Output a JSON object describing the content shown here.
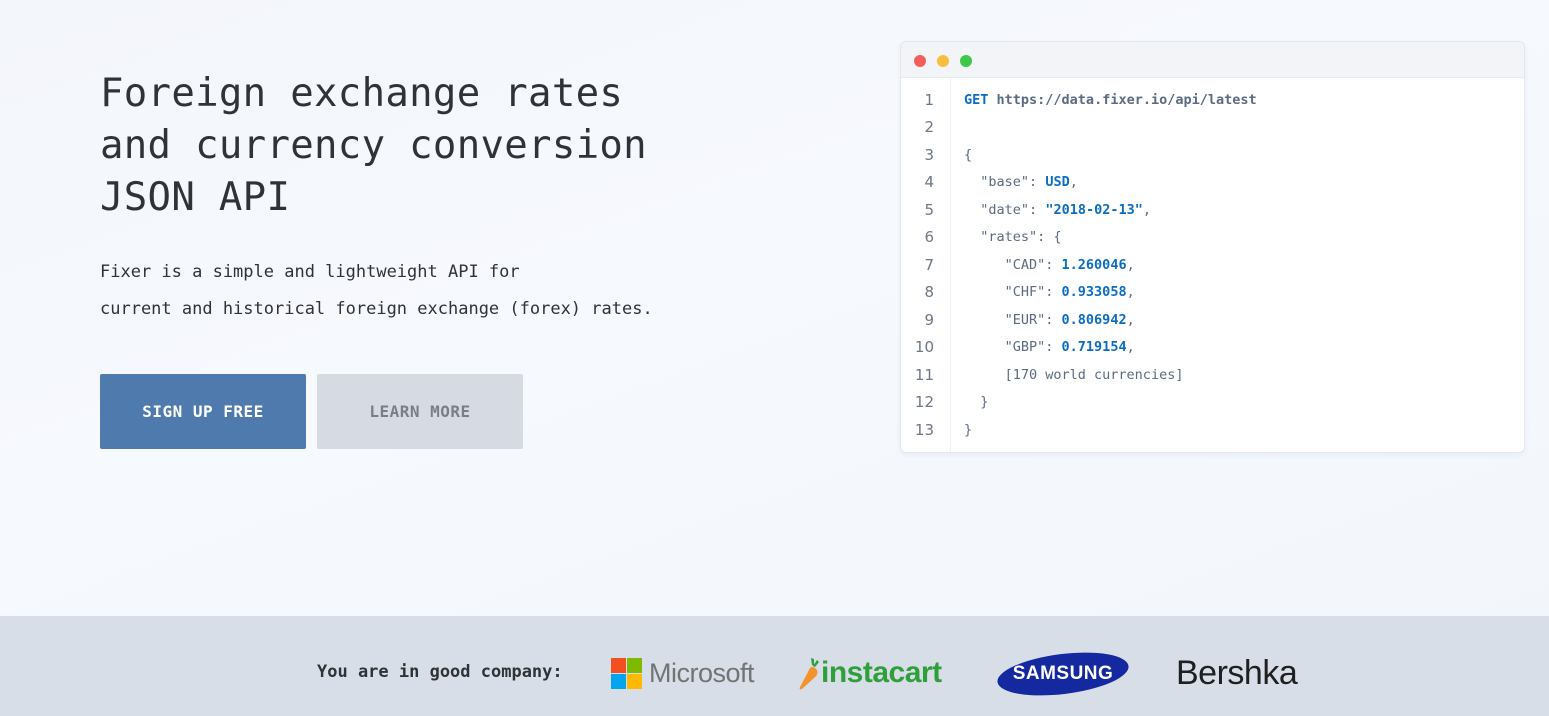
{
  "hero": {
    "title": "Foreign exchange rates and currency conversion JSON API",
    "description_line1": "Fixer is a simple and lightweight API for",
    "description_line2": "current and historical foreign exchange (forex) rates.",
    "primary_button": "SIGN UP FREE",
    "secondary_button": "LEARN MORE"
  },
  "code": {
    "method": "GET",
    "url": "https://data.fixer.io/api/latest",
    "line_numbers": [
      "1",
      "2",
      "3",
      "4",
      "5",
      "6",
      "7",
      "8",
      "9",
      "10",
      "11",
      "12",
      "13"
    ],
    "open_brace": "{",
    "base_key": "\"base\"",
    "base_value": "USD",
    "date_key": "\"date\"",
    "date_value": "\"2018-02-13\"",
    "rates_key": "\"rates\"",
    "rates": [
      {
        "key": "\"CAD\"",
        "value": "1.260046"
      },
      {
        "key": "\"CHF\"",
        "value": "0.933058"
      },
      {
        "key": "\"EUR\"",
        "value": "0.806942"
      },
      {
        "key": "\"GBP\"",
        "value": "0.719154"
      }
    ],
    "more_note": "[170 world currencies]",
    "inner_close": "}",
    "close_brace": "}"
  },
  "companies": {
    "label": "You are in good company:",
    "logos": [
      {
        "name": "Microsoft",
        "icon": "microsoft-logo"
      },
      {
        "name": "instacart",
        "icon": "instacart-logo",
        "color": "#2e9f3a"
      },
      {
        "name": "SAMSUNG",
        "icon": "samsung-logo",
        "color": "#1428a0"
      },
      {
        "name": "Bershka",
        "icon": "bershka-logo"
      }
    ]
  },
  "colors": {
    "primary_button": "#4f7aae",
    "secondary_button": "#d6dbe3",
    "code_keyword": "#0a6dc2",
    "company_bar": "#d8dee7"
  }
}
